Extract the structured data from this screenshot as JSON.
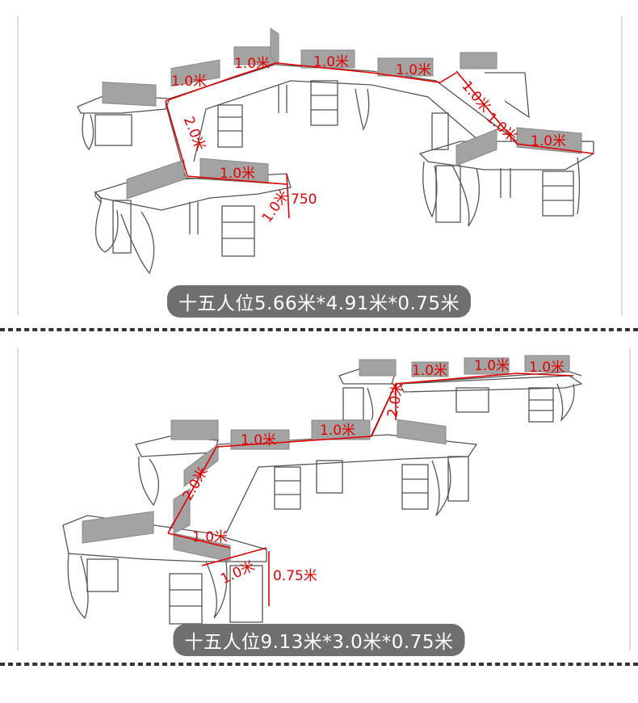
{
  "panel1": {
    "caption": "十五人位5.66米*4.91米*0.75米",
    "labels": {
      "l1": "1.0米",
      "l2": "1.0米",
      "l3": "1.0米",
      "l4": "1.0米",
      "l5": "1.0米",
      "l6": "1.0米",
      "l7": "1.0米",
      "l8": "2.0米",
      "l9": "1.0米",
      "l10": "1.0米",
      "l11": "750"
    }
  },
  "panel2": {
    "caption": "十五人位9.13米*3.0米*0.75米",
    "labels": {
      "m1": "1.0米",
      "m2": "1.0米",
      "m3": "1.0米",
      "m4": "2.0米",
      "m5": "1.0米",
      "m6": "1.0米",
      "m7": "2.0米",
      "m8": "1.0米",
      "m9": "1.0米",
      "m10": "0.75米"
    }
  },
  "colors": {
    "dimension": "#e30000",
    "caption_bg": "#6f6f6f",
    "screen": "#a3a3a3"
  }
}
